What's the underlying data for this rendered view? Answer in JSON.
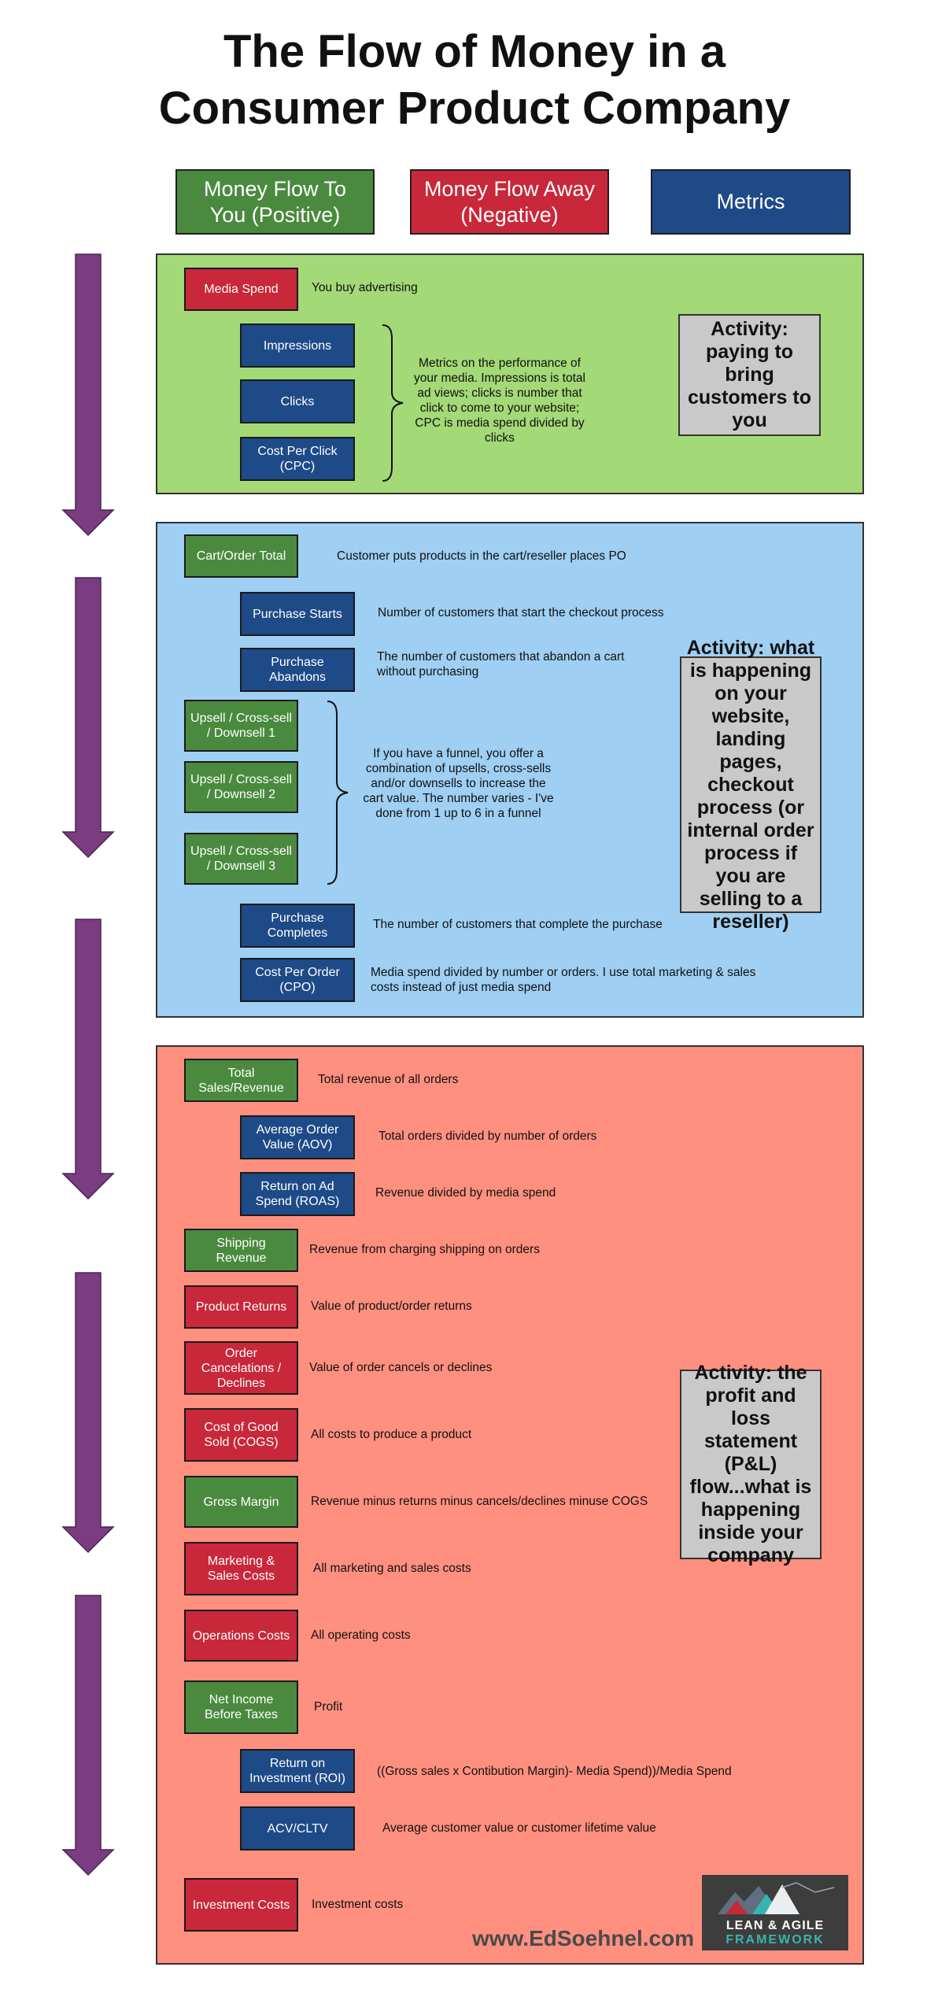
{
  "title": {
    "line1": "The Flow of Money in a",
    "line2": "Consumer Product Company"
  },
  "legend": {
    "positive": "Money Flow  To You (Positive)",
    "negative": "Money Flow Away (Negative)",
    "metrics": "Metrics"
  },
  "colors": {
    "positive": "#4a8a3f",
    "negative": "#c8283a",
    "metrics": "#1e4a87",
    "panel_media": "#a3d977",
    "panel_cart": "#9fcff2",
    "panel_pl": "#ff9080",
    "arrow": "#7b3c81",
    "activity": "#c9c9c9"
  },
  "section1": {
    "media_spend": "Media Spend",
    "media_spend_desc": "You buy advertising",
    "impressions": "Impressions",
    "clicks": "Clicks",
    "cpc": "Cost Per Click (CPC)",
    "metrics_desc": "Metrics on the performance of your media.  Impressions is total ad views; clicks is number that click to come to your website; CPC is media spend divided by clicks",
    "activity": "Activity: paying to bring customers to you"
  },
  "section2": {
    "cart_total": "Cart/Order Total",
    "cart_total_desc": "Customer puts products in the cart/reseller places PO",
    "purchase_starts": "Purchase Starts",
    "purchase_starts_desc": "Number of customers that start the checkout process",
    "purchase_abandons": "Purchase Abandons",
    "purchase_abandons_desc": "The  number of customers that abandon a cart without purchasing",
    "upsell1": "Upsell / Cross-sell / Downsell 1",
    "upsell2": "Upsell / Cross-sell / Downsell 2",
    "upsell3": "Upsell / Cross-sell / Downsell 3",
    "upsell_desc": "If you have a funnel, you offer a combination of upsells, cross-sells and/or downsells to increase the cart value. The number varies - I've done from 1 up to 6 in a funnel",
    "purchase_completes": "Purchase Completes",
    "purchase_completes_desc": "The number of customers that complete the purchase",
    "cpo": "Cost Per Order (CPO)",
    "cpo_desc": "Media spend divided by number or orders.  I use total marketing & sales costs instead of just media spend",
    "activity": "Activity: what is happening on your website, landing pages, checkout process (or internal order process if you are selling to a reseller)"
  },
  "section3": {
    "total_sales": "Total Sales/Revenue",
    "total_sales_desc": "Total revenue of all orders",
    "aov": "Average Order Value (AOV)",
    "aov_desc": "Total orders divided by number of orders",
    "roas": "Return on Ad Spend (ROAS)",
    "roas_desc": "Revenue divided by media spend",
    "shipping": "Shipping Revenue",
    "shipping_desc": "Revenue from charging shipping on orders",
    "returns": "Product Returns",
    "returns_desc": "Value of product/order returns",
    "cancelations": "Order Cancelations / Declines",
    "cancelations_desc": "Value of order cancels or declines",
    "cogs": "Cost of Good Sold (COGS)",
    "cogs_desc": "All costs to produce a product",
    "gross_margin": "Gross Margin",
    "gross_margin_desc": "Revenue minus returns minus cancels/declines minuse COGS",
    "marketing_costs": "Marketing & Sales Costs",
    "marketing_costs_desc": "All marketing and sales costs",
    "operations_costs": "Operations Costs",
    "operations_costs_desc": "All operating costs",
    "net_income": "Net Income Before Taxes",
    "net_income_desc": "Profit",
    "roi": "Return on Investment (ROI)",
    "roi_desc": "((Gross sales x Contibution Margin)- Media Spend))/Media Spend",
    "acv": "ACV/CLTV",
    "acv_desc": "Average customer value or customer lifetime value",
    "investment": "Investment Costs",
    "investment_desc": "Investment costs",
    "activity": "Activity: the profit and loss statement (P&L) flow...what is happening inside your company"
  },
  "footer": {
    "url": "www.EdSoehnel.com",
    "logo_line1": "LEAN & AGILE",
    "logo_line2": "FRAMEWORK"
  }
}
